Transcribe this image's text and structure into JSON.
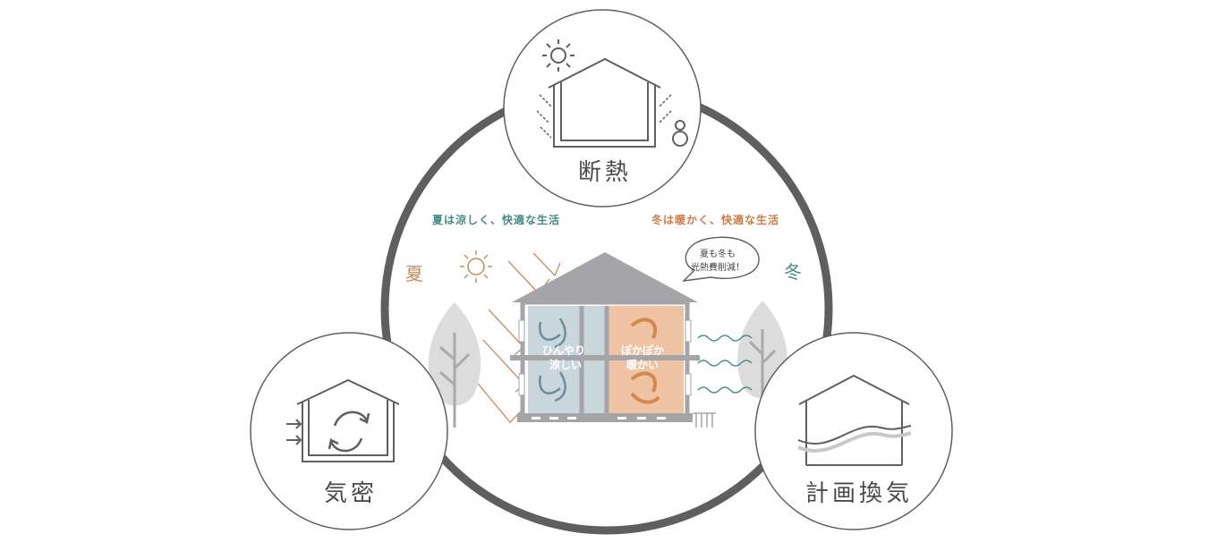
{
  "colors": {
    "ring": "#5f5f62",
    "line": "#4a4a4a",
    "summer": "#c98a5e",
    "winter": "#3f8f86",
    "summer_tag": "#3f8a84",
    "winter_tag": "#d07a44",
    "cool_room": "#c9d6dc",
    "warm_room": "#efc4a4",
    "roof": "#a5a5a8"
  },
  "nodes": {
    "insulation": {
      "label": "断熱",
      "icons": [
        "sun-icon",
        "house-icon",
        "heat-arrows-icon",
        "thermometer-icon"
      ]
    },
    "airtight": {
      "label": "気密",
      "icons": [
        "house-icon",
        "circulation-arrows-icon",
        "inflow-arrows-icon"
      ]
    },
    "ventilation": {
      "label": "計画換気",
      "icons": [
        "house-icon",
        "airflow-curve-icon"
      ]
    }
  },
  "center": {
    "summer_tag": "夏は涼しく、快適な生活",
    "winter_tag": "冬は暖かく、快適な生活",
    "summer_label": "夏",
    "winter_label": "冬",
    "bubble_line1": "夏も冬も",
    "bubble_line2": "光熱費削減！",
    "cool_room_line1": "ひんやり",
    "cool_room_line2": "涼しい",
    "warm_room_line1": "ぽかぽか",
    "warm_room_line2": "暖かい"
  }
}
